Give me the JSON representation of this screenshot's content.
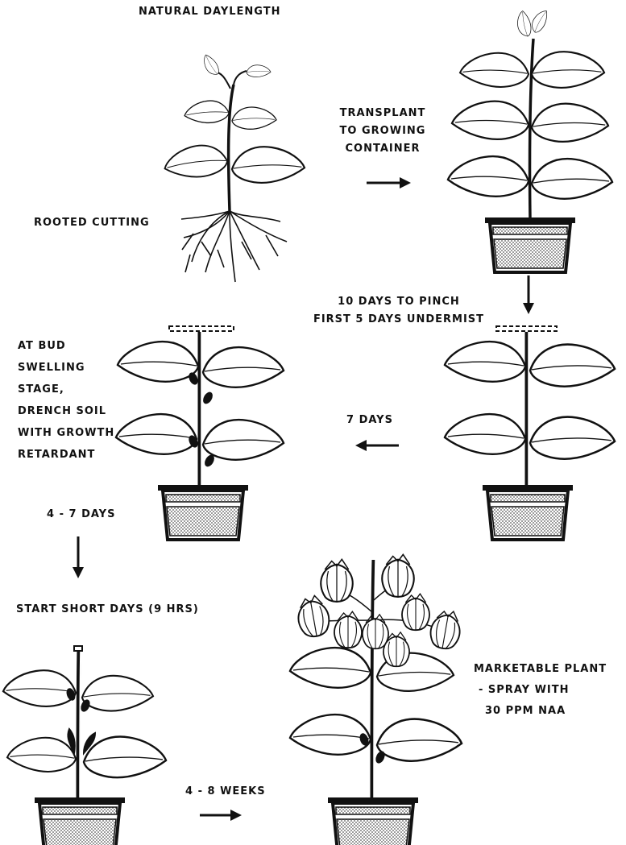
{
  "labels": {
    "natural_daylength": "NATURAL DAYLENGTH",
    "rooted_cutting": "ROOTED CUTTING",
    "transplant": [
      "TRANSPLANT",
      "TO GROWING",
      "CONTAINER"
    ],
    "pinch": [
      "10 DAYS TO PINCH",
      "FIRST 5 DAYS UNDERMIST"
    ],
    "seven_days": "7 DAYS",
    "bud_swelling": [
      "AT BUD",
      "SWELLING",
      "STAGE,",
      "DRENCH SOIL",
      "WITH GROWTH",
      "RETARDANT"
    ],
    "four_seven_days": "4 - 7 DAYS",
    "short_days": "START SHORT DAYS (9 HRS)",
    "four_eight_weeks": "4 - 8 WEEKS",
    "marketable": [
      "MARKETABLE PLANT",
      "- SPRAY WITH",
      "30 PPM NAA"
    ]
  },
  "colors": {
    "ink": "#111111",
    "soil": "#bdbdbd",
    "paper": "#ffffff"
  }
}
